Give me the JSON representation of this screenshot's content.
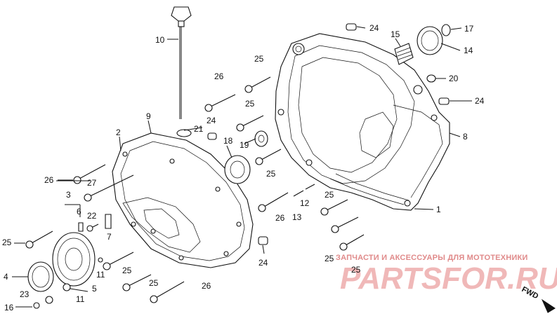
{
  "watermark": {
    "tagline": "ЗАПЧАСТИ И АКСЕССУАРЫ ДЛЯ МОТОТЕХНИКИ",
    "brand": "PARTSFOR.RU"
  },
  "fwd_label": "FWD",
  "callouts": {
    "c1": "1",
    "c2": "2",
    "c3": "3",
    "c4": "4",
    "c5": "5",
    "c6": "6",
    "c7": "7",
    "c8": "8",
    "c9": "9",
    "c10": "10",
    "c11a": "11",
    "c11b": "11",
    "c12": "12",
    "c13": "13",
    "c14": "14",
    "c15": "15",
    "c16": "16",
    "c17": "17",
    "c18": "18",
    "c19": "19",
    "c20": "20",
    "c21": "21",
    "c22": "22",
    "c23": "23",
    "c24a": "24",
    "c24b": "24",
    "c24c": "24",
    "c24d": "24",
    "c25a": "25",
    "c25b": "25",
    "c25c": "25",
    "c25d": "25",
    "c25e": "25",
    "c25f": "25",
    "c25g": "25",
    "c25h": "25",
    "c25i": "25",
    "c26a": "26",
    "c26b": "26",
    "c26c": "26",
    "c26d": "26",
    "c27": "27"
  }
}
